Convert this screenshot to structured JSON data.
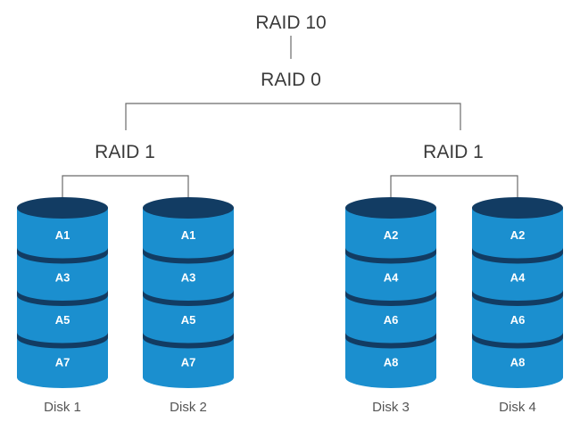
{
  "title": "RAID 10",
  "stripe_level": "RAID 0",
  "mirror_groups": [
    {
      "label": "RAID 1",
      "disks": [
        {
          "name": "Disk 1",
          "blocks": [
            "A1",
            "A3",
            "A5",
            "A7"
          ]
        },
        {
          "name": "Disk 2",
          "blocks": [
            "A1",
            "A3",
            "A5",
            "A7"
          ]
        }
      ]
    },
    {
      "label": "RAID 1",
      "disks": [
        {
          "name": "Disk 3",
          "blocks": [
            "A2",
            "A4",
            "A6",
            "A8"
          ]
        },
        {
          "name": "Disk 4",
          "blocks": [
            "A2",
            "A4",
            "A6",
            "A8"
          ]
        }
      ]
    }
  ],
  "colors": {
    "disk_body": "#1b8fcf",
    "disk_top": "#123c63",
    "disk_divider": "#123c63",
    "connector": "#6b6b6b",
    "text": "#3a3a3a"
  }
}
